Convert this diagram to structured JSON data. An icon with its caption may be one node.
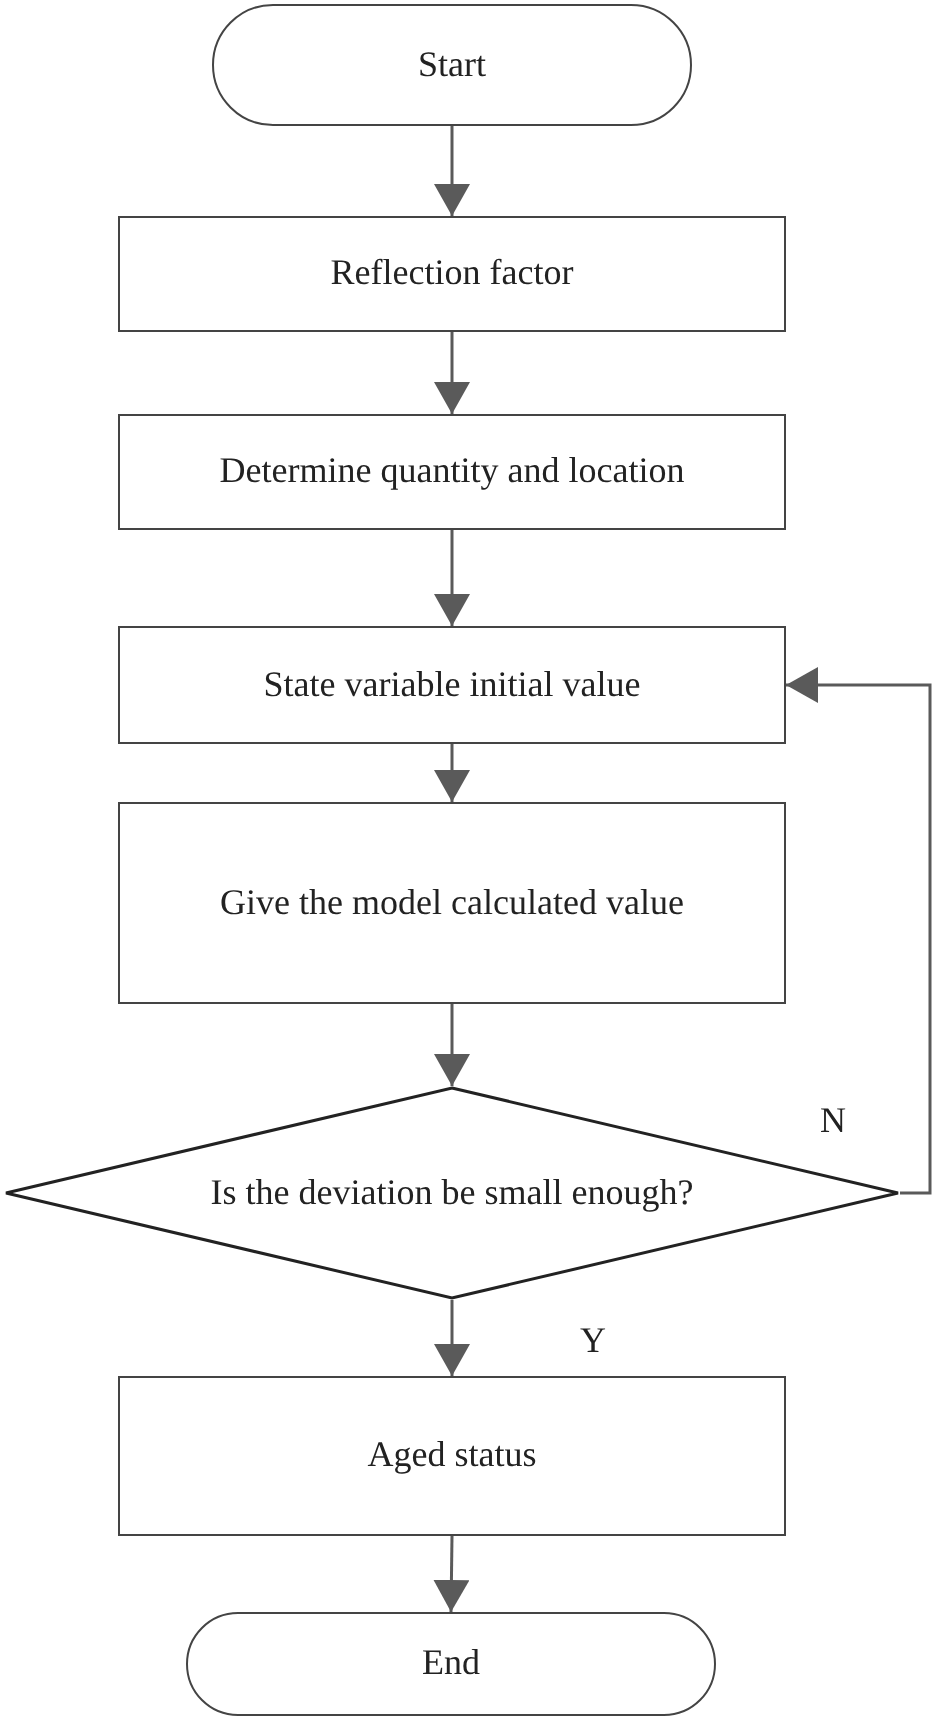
{
  "diagram": {
    "nodes": [
      {
        "text": [
          "Start"
        ]
      },
      {
        "text": [
          "Reflection factor"
        ]
      },
      {
        "text": [
          "Determine quantity and location"
        ]
      },
      {
        "text": [
          "State variable initial value"
        ]
      },
      {
        "text": [
          "Give the model calculated value"
        ]
      },
      {
        "text": [
          "Is the deviation be small enough?"
        ]
      },
      {
        "text": [
          "Aged status"
        ]
      },
      {
        "text": [
          "End"
        ]
      }
    ],
    "edges": [
      {
        "from": 0,
        "to": 1,
        "arrow": "to"
      },
      {
        "from": 1,
        "to": 2,
        "arrow": "to"
      },
      {
        "from": 2,
        "to": 3,
        "arrow": "to"
      },
      {
        "from": 3,
        "to": 4,
        "arrow": "to"
      },
      {
        "from": 4,
        "to": 5,
        "arrow": "to"
      },
      {
        "from": 5,
        "to": 3,
        "arrow": "to",
        "label": "N"
      },
      {
        "from": 5,
        "to": 6,
        "arrow": "to",
        "label": "Y"
      },
      {
        "from": 6,
        "to": 7,
        "arrow": "to"
      }
    ]
  }
}
